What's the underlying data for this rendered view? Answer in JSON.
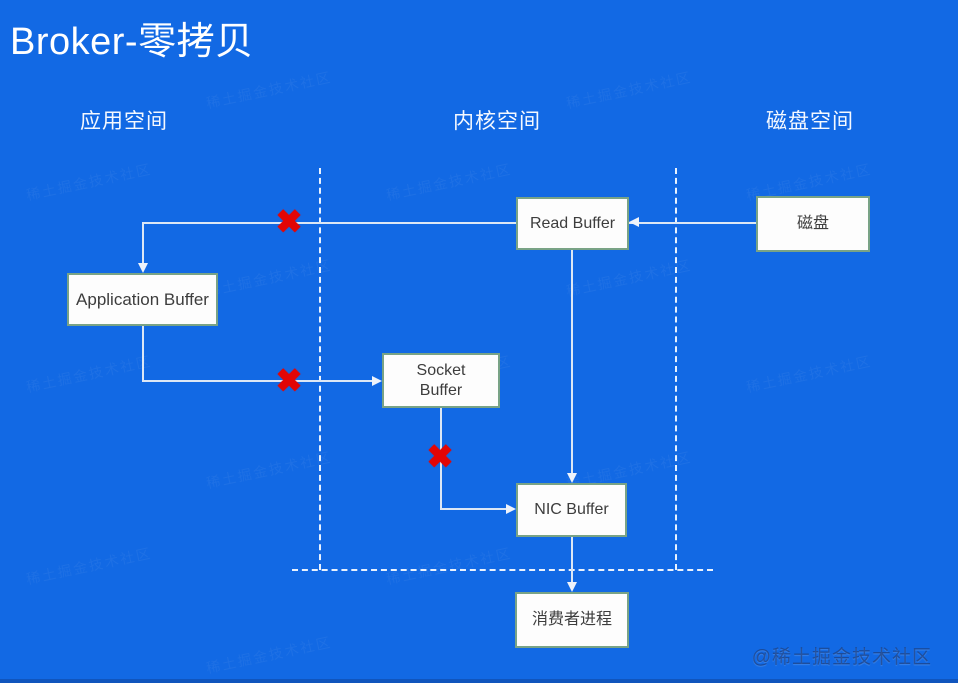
{
  "title": "Broker-零拷贝",
  "spaces": {
    "application": "应用空间",
    "kernel": "内核空间",
    "disk": "磁盘空间"
  },
  "nodes": {
    "read_buffer": "Read Buffer",
    "disk": "磁盘",
    "application_buffer": "Application Buffer",
    "socket_buffer": "Socket Buffer",
    "nic_buffer": "NIC Buffer",
    "consumer_process": "消费者进程"
  },
  "markers": {
    "blocked_symbol": "✖",
    "blocked_color": "#e30505"
  },
  "edges": [
    "disk -> read_buffer",
    "read_buffer -> application_buffer (blocked)",
    "application_buffer -> socket_buffer (blocked)",
    "socket_buffer -> nic_buffer (blocked)",
    "read_buffer -> nic_buffer",
    "nic_buffer -> consumer_process"
  ],
  "watermark": "@稀土掘金技术社区",
  "background_watermark": "稀土掘金技术社区",
  "colors": {
    "background": "#1269e4",
    "node_fill": "#fdfdfd",
    "node_border": "#79a386",
    "line": "#dce7f5",
    "dashed_line": "#f5faff",
    "title_text": "#ffffff"
  }
}
